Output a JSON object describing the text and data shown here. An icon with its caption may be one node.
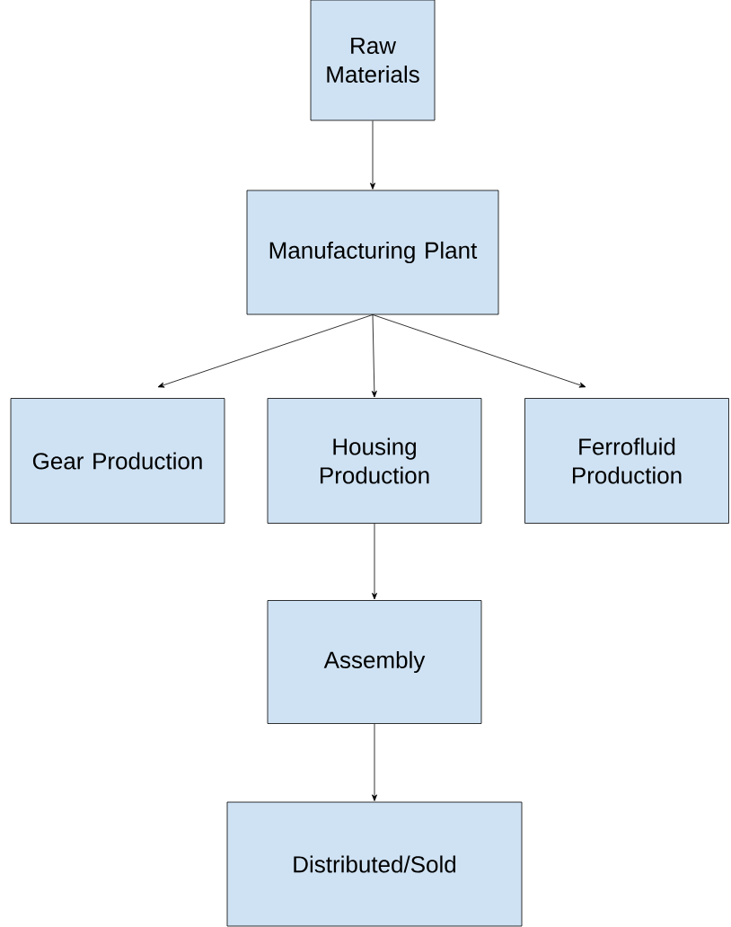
{
  "diagram": {
    "nodes": [
      {
        "text": [
          "Raw Materials"
        ]
      },
      {
        "text": [
          "Manufacturing Plant"
        ]
      },
      {
        "text": [
          "Gear Production"
        ]
      },
      {
        "text": [
          "Housing Production"
        ]
      },
      {
        "text": [
          "Ferrofluid Production"
        ]
      },
      {
        "text": [
          "Assembly"
        ]
      },
      {
        "text": [
          "Distributed/Sold"
        ]
      }
    ],
    "edges": [
      {
        "from": 0,
        "to": 1,
        "arrow": "to"
      },
      {
        "from": 1,
        "to": 2,
        "arrow": "to"
      },
      {
        "from": 1,
        "to": 3,
        "arrow": "to"
      },
      {
        "from": 1,
        "to": 4,
        "arrow": "to"
      },
      {
        "from": 3,
        "to": 5,
        "arrow": "to"
      },
      {
        "from": 5,
        "to": 6,
        "arrow": "to"
      }
    ]
  }
}
